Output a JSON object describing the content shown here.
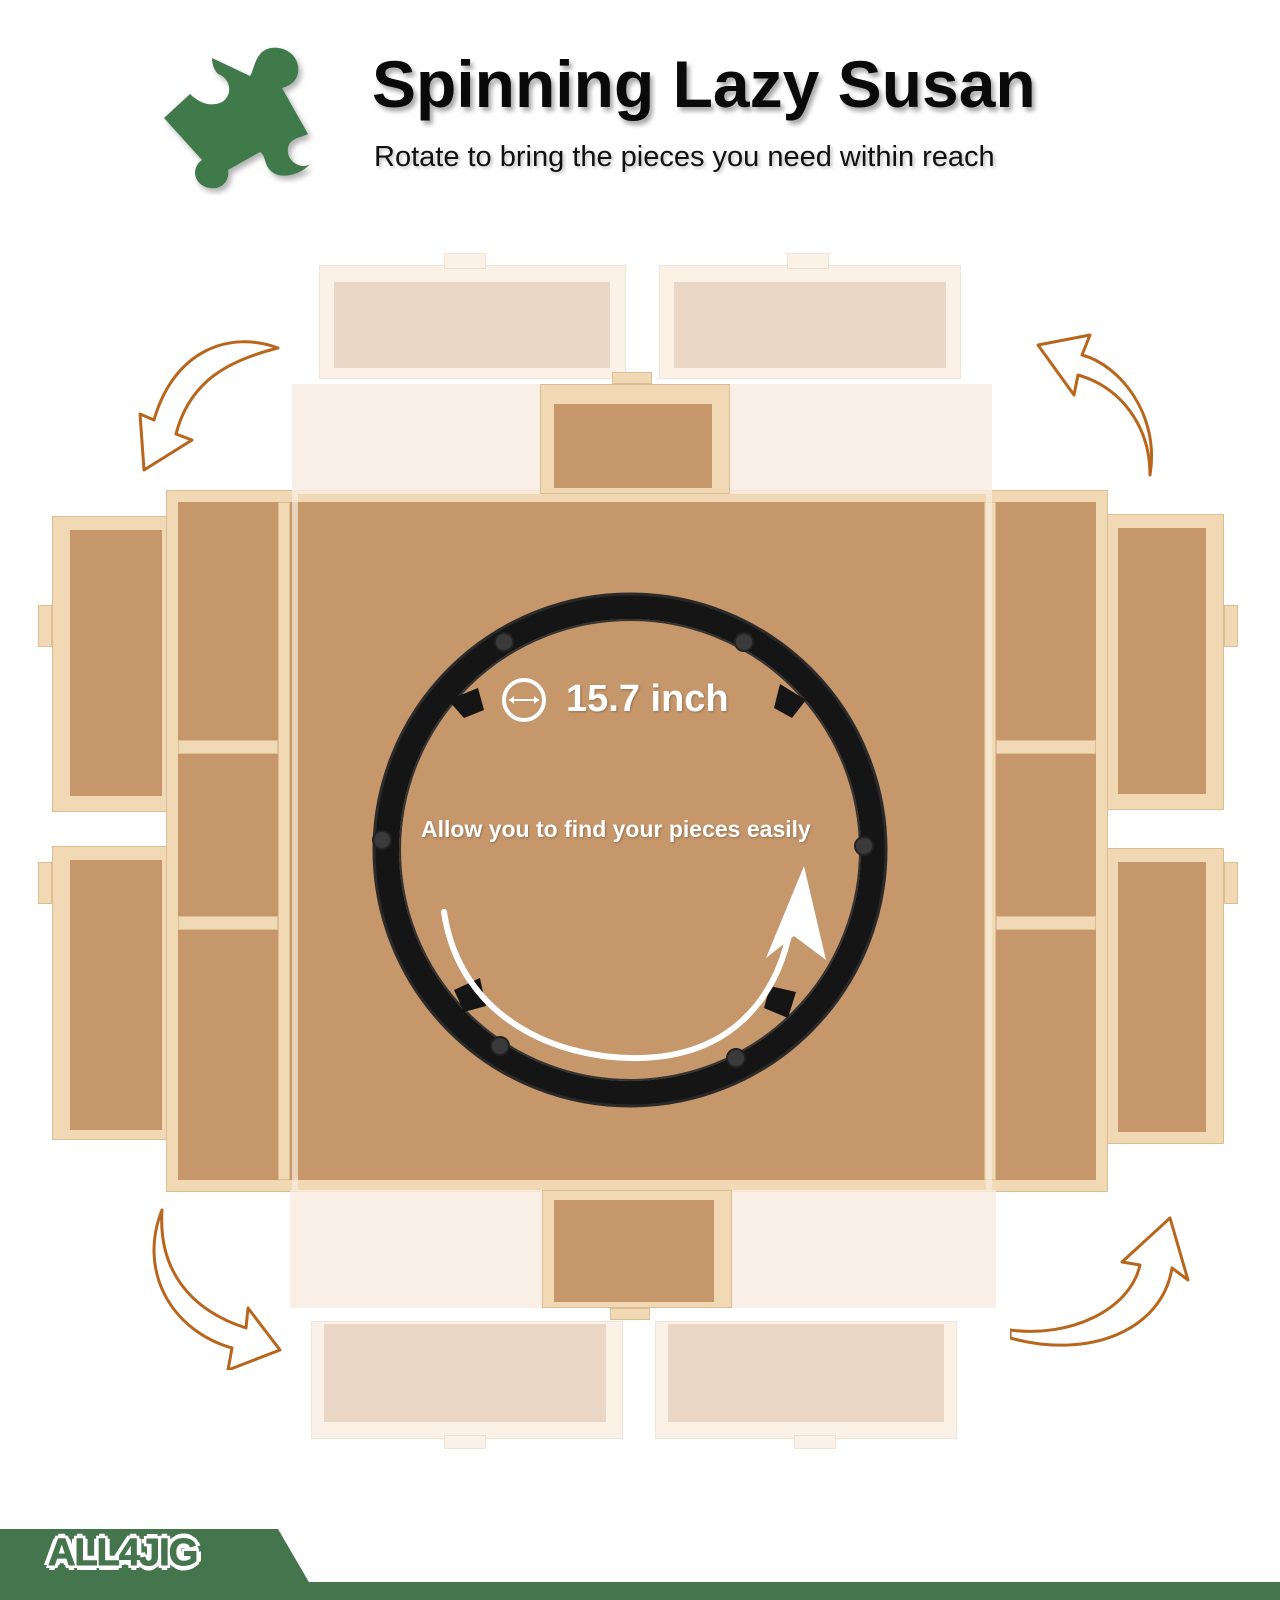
{
  "header": {
    "title": "Spinning Lazy Susan",
    "subtitle": "Rotate to bring the pieces you need within reach",
    "icon": "puzzle-piece-icon"
  },
  "product": {
    "diameter_label": "15.7 inch",
    "diameter_icon": "diameter-icon",
    "feature_text": "Allow you to find your pieces easily",
    "rotation_icon": "rotate-arrow-icon"
  },
  "rotation_arrows": [
    {
      "position": "top-left",
      "icon": "curved-arrow-icon"
    },
    {
      "position": "top-right",
      "icon": "curved-arrow-icon"
    },
    {
      "position": "bottom-left",
      "icon": "curved-arrow-icon"
    },
    {
      "position": "bottom-right",
      "icon": "curved-arrow-icon"
    }
  ],
  "footer": {
    "brand": "ALL4JIG"
  },
  "colors": {
    "brand_green": "#44754d",
    "puzzle_green": "#3f7a4b",
    "arrow_orange": "#b8661c",
    "board_tan": "#c6976a",
    "frame_wood": "#f2d9b6",
    "ring_black": "#151515"
  }
}
